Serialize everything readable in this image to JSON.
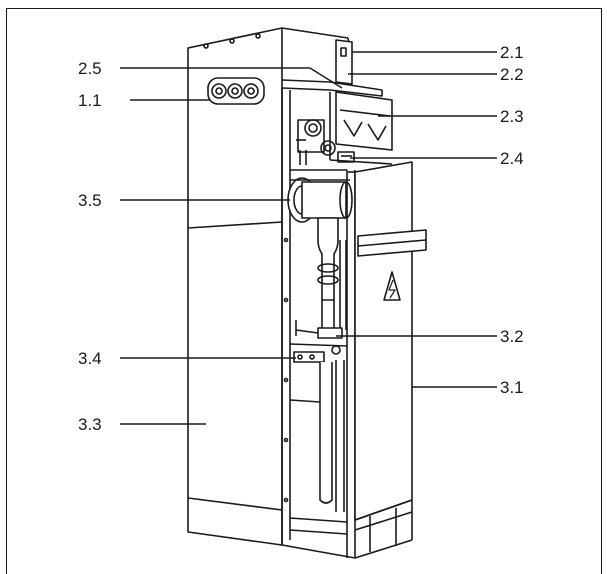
{
  "diagram": {
    "callouts": [
      {
        "id": "2.1",
        "label": "2.1"
      },
      {
        "id": "2.2",
        "label": "2.2"
      },
      {
        "id": "2.5",
        "label": "2.5"
      },
      {
        "id": "1.1",
        "label": "1.1"
      },
      {
        "id": "2.3",
        "label": "2.3"
      },
      {
        "id": "2.4",
        "label": "2.4"
      },
      {
        "id": "3.5",
        "label": "3.5"
      },
      {
        "id": "3.2",
        "label": "3.2"
      },
      {
        "id": "3.4",
        "label": "3.4"
      },
      {
        "id": "3.1",
        "label": "3.1"
      },
      {
        "id": "3.3",
        "label": "3.3"
      }
    ],
    "warning_symbol": "high-voltage-warning-triangle",
    "colors": {
      "line": "#1a1a1a",
      "background": "#ffffff"
    }
  }
}
